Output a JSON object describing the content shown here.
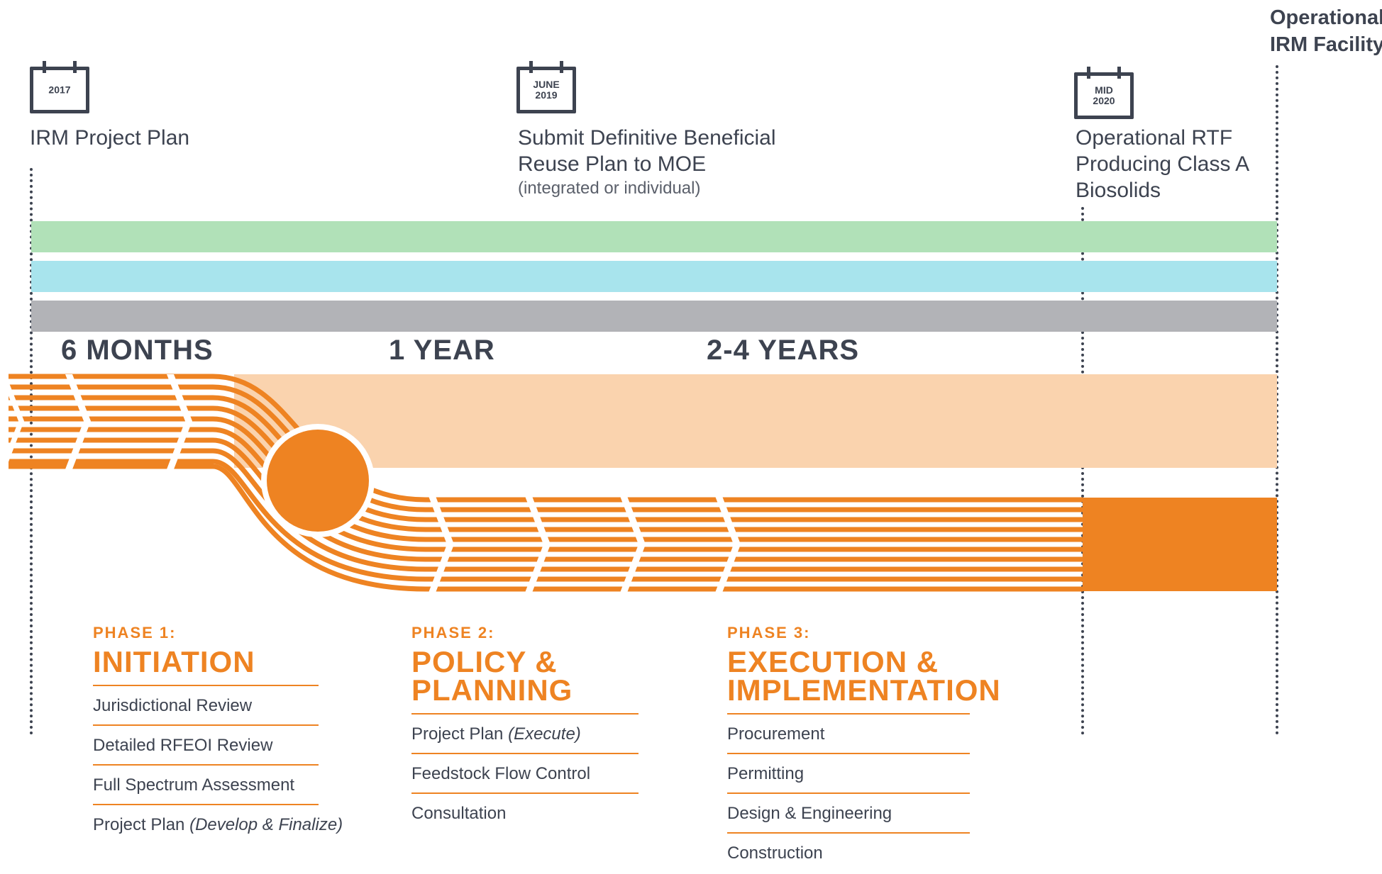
{
  "top_right_label": {
    "line1": "Operational",
    "line2": "IRM Facility"
  },
  "milestones": [
    {
      "date_line1": "2017",
      "date_line2": "",
      "title_lines": [
        "IRM Project Plan"
      ],
      "subtitle": ""
    },
    {
      "date_line1": "JUNE",
      "date_line2": "2019",
      "title_lines": [
        "Submit Definitive Beneficial",
        "Reuse Plan to MOE"
      ],
      "subtitle": "(integrated or individual)"
    },
    {
      "date_line1": "MID",
      "date_line2": "2020",
      "title_lines": [
        "Operational RTF",
        "Producing Class A",
        "Biosolids"
      ],
      "subtitle": ""
    }
  ],
  "durations": [
    "6 MONTHS",
    "1 YEAR",
    "2-4 YEARS"
  ],
  "phases": [
    {
      "number": "PHASE 1:",
      "title_lines": [
        "INITIATION"
      ],
      "items": [
        {
          "text": "Jurisdictional Review",
          "note": ""
        },
        {
          "text": "Detailed RFEOI Review",
          "note": ""
        },
        {
          "text": "Full Spectrum Assessment",
          "note": ""
        },
        {
          "text": "Project Plan ",
          "note": "(Develop & Finalize)"
        }
      ]
    },
    {
      "number": "PHASE 2:",
      "title_lines": [
        "POLICY &",
        "PLANNING"
      ],
      "items": [
        {
          "text": "Project Plan ",
          "note": "(Execute)"
        },
        {
          "text": "Feedstock Flow Control",
          "note": ""
        },
        {
          "text": "Consultation",
          "note": ""
        }
      ]
    },
    {
      "number": "PHASE 3:",
      "title_lines": [
        "EXECUTION &",
        "IMPLEMENTATION"
      ],
      "items": [
        {
          "text": "Procurement",
          "note": ""
        },
        {
          "text": "Permitting",
          "note": ""
        },
        {
          "text": "Design & Engineering",
          "note": ""
        },
        {
          "text": "Construction",
          "note": ""
        }
      ]
    }
  ],
  "colors": {
    "band_green": "#b1e1b8",
    "band_blue": "#a8e4ed",
    "band_gray": "#b2b3b7",
    "band_peach": "#fad3ae",
    "orange": "#ee8322",
    "dark": "#3d4350"
  }
}
